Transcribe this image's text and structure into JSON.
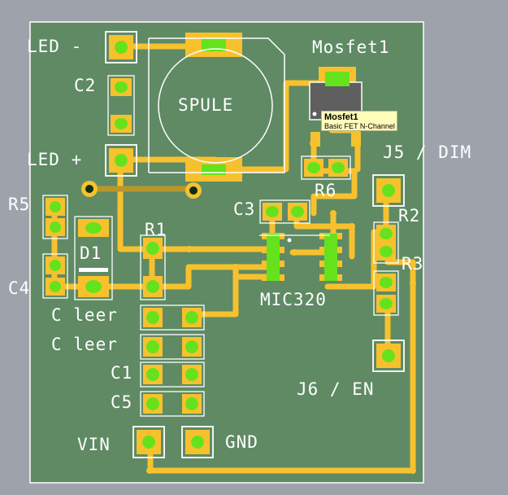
{
  "colors": {
    "board": "#5f8a64",
    "trace": "#f7c12e",
    "pad_hole": "#66e21d",
    "silkscreen": "#ffffff",
    "background": "#9ea3ab"
  },
  "labels": {
    "led_minus": "LED -",
    "c2": "C2",
    "led_plus": "LED +",
    "r5": "R5",
    "c4": "C4",
    "d1": "D1",
    "r1": "R1",
    "spule": "SPULE",
    "mosfet": "Mosfet1",
    "c3": "C3",
    "r6": "R6",
    "j5": "J5 / DIM",
    "r2": "R2",
    "r3": "R3",
    "mic": "MIC320",
    "c_leer_1": "C leer",
    "c_leer_2": "C leer",
    "c1": "C1",
    "c5": "C5",
    "j6": "J6 / EN",
    "vin": "VIN",
    "gnd": "GND"
  },
  "tooltip": {
    "title": "Mosfet1",
    "subtitle": "Basic FET N-Channel"
  }
}
